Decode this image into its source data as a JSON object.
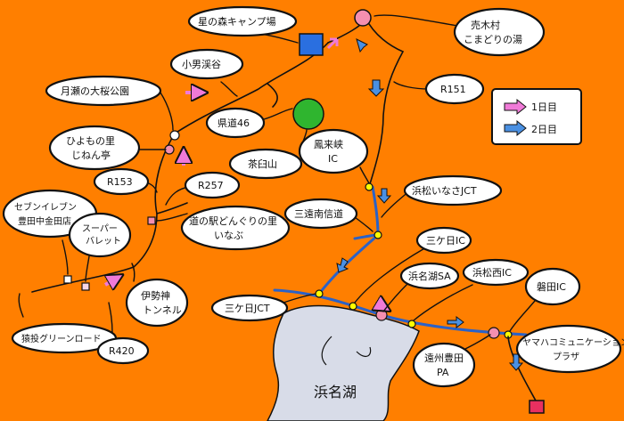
{
  "map": {
    "lake_label": "浜名湖",
    "legend": {
      "day1": {
        "label": "1日目",
        "color": "#f07ad8"
      },
      "day2": {
        "label": "2日目",
        "color": "#4a90e2"
      }
    },
    "labels": {
      "hoshi_no_mori": "星の森キャンプ場",
      "tatsuki": [
        "売木村",
        "こまどりの湯"
      ],
      "kogaike": "小男渓谷",
      "r151": "R151",
      "tsukise": "月瀬の大桜公園",
      "kendo46": "県道46",
      "chausuyama": "茶臼山",
      "hiyomono": [
        "ひよもの里",
        "じねん亭"
      ],
      "horaimon": [
        "鳳来峡",
        "IC"
      ],
      "r153": "R153",
      "r257": "R257",
      "hamamatsu_jct": "浜松いなさJCT",
      "michinoeki": [
        "道の駅どんぐりの里",
        "いなぶ"
      ],
      "sanen_road": "三遠南信道",
      "seven_eleven": [
        "セブンイレブン",
        "豊田中金田店"
      ],
      "supermarket": [
        "スーパー",
        "バレット"
      ],
      "mikkabi_ic": "三ケ日IC",
      "hamanako_sa": "浜名湖SA",
      "hamamatsu_nishi": "浜松西IC",
      "iwata_ic": "磐田IC",
      "ise_tunnel": [
        "伊勢神",
        "トンネル"
      ],
      "mikkabi_jct": "三ケ日JCT",
      "toyota_green": "猿投グリーンロード",
      "r420": "R420",
      "enshu_pa": [
        "遠州豊田",
        "PA"
      ],
      "yamaha": [
        "ヤマハコミュニケーション",
        "プラザ"
      ]
    }
  },
  "colors": {
    "background": "#ff7f00",
    "lake": "#d8dce8",
    "highway": "#2b62c7",
    "day1_arrow": "#f07ad8",
    "day2_arrow": "#4a90e2",
    "campsite": "#2a6fe0",
    "mountain": "#2fb52f",
    "destination": "#e83060",
    "onsen": "#f48fb0"
  }
}
